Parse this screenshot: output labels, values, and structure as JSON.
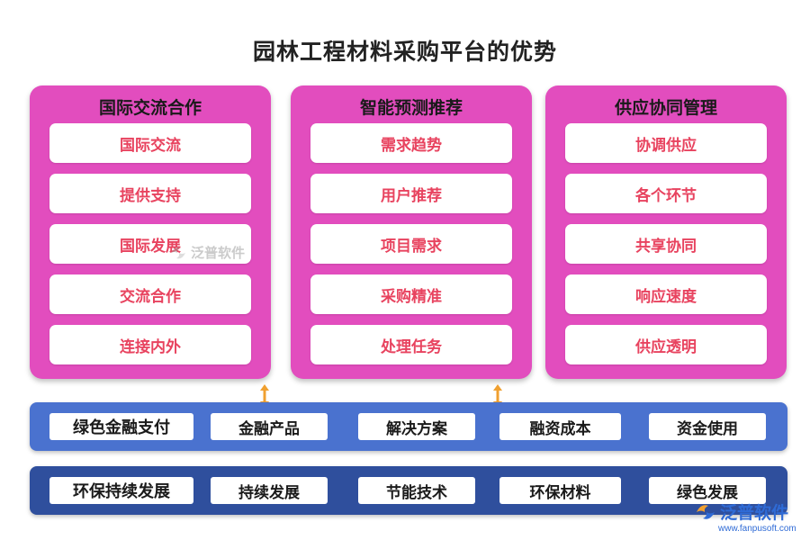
{
  "title": "园林工程材料采购平台的优势",
  "cards": [
    {
      "title": "国际交流合作",
      "items": [
        "国际交流",
        "提供支持",
        "国际发展",
        "交流合作",
        "连接内外"
      ]
    },
    {
      "title": "智能预测推荐",
      "items": [
        "需求趋势",
        "用户推荐",
        "项目需求",
        "采购精准",
        "处理任务"
      ]
    },
    {
      "title": "供应协同管理",
      "items": [
        "协调供应",
        "各个环节",
        "共享协同",
        "响应速度",
        "供应透明"
      ]
    }
  ],
  "finance_band": {
    "items": [
      "绿色金融支付",
      "金融产品",
      "解决方案",
      "融资成本",
      "资金使用"
    ]
  },
  "eco_band": {
    "items": [
      "环保持续发展",
      "持续发展",
      "节能技术",
      "环保材料",
      "绿色发展"
    ]
  },
  "watermark": {
    "text": "泛普软件"
  },
  "logo": {
    "name": "泛普软件",
    "url": "www.fanpusoft.com"
  },
  "colors": {
    "card_bg": "#e24dbe",
    "item_text": "#e8435f",
    "band_light": "#4a72cf",
    "band_dark": "#2f4f9d",
    "arrow": "#f0a030",
    "brand": "#2f6bd6"
  }
}
